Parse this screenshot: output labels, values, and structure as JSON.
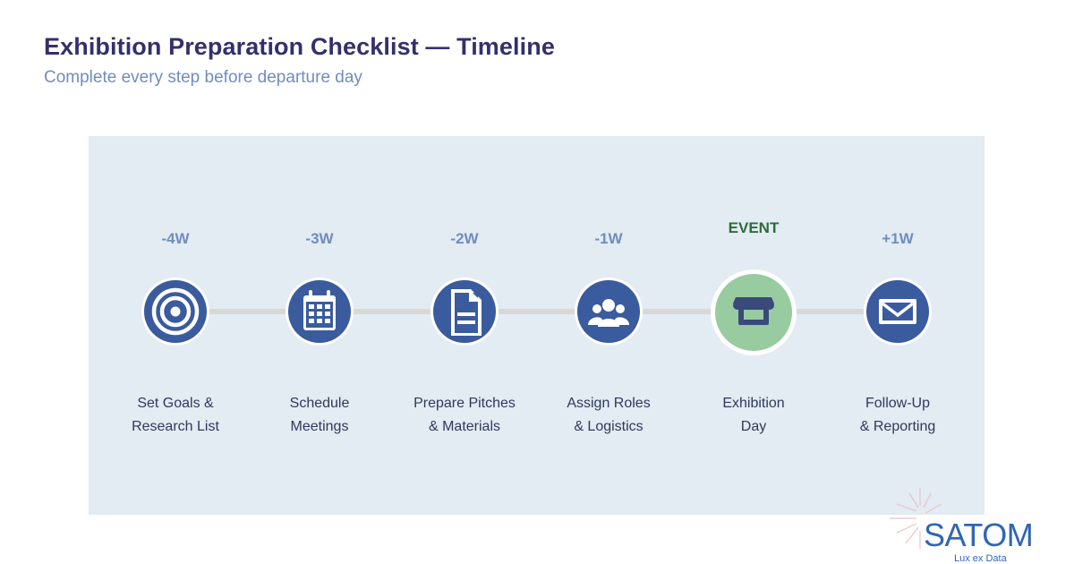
{
  "header": {
    "title": "Exhibition Preparation Checklist — Timeline",
    "subtitle": "Complete every step before departure day"
  },
  "steps": [
    {
      "week": "-4W",
      "line1": "Set Goals &",
      "line2": "Research List",
      "icon": "target-icon",
      "kind": "normal"
    },
    {
      "week": "-3W",
      "line1": "Schedule",
      "line2": "Meetings",
      "icon": "calendar-icon",
      "kind": "normal"
    },
    {
      "week": "-2W",
      "line1": "Prepare Pitches",
      "line2": "& Materials",
      "icon": "document-icon",
      "kind": "normal"
    },
    {
      "week": "-1W",
      "line1": "Assign Roles",
      "line2": "& Logistics",
      "icon": "team-icon",
      "kind": "normal"
    },
    {
      "week": "EVENT",
      "line1": "Exhibition",
      "line2": "Day",
      "icon": "storefront-icon",
      "kind": "event"
    },
    {
      "week": "+1W",
      "line1": "Follow-Up",
      "line2": "& Reporting",
      "icon": "envelope-icon",
      "kind": "normal"
    }
  ],
  "colors": {
    "accent": "#34306b",
    "icon_fill": "#3a5b9e",
    "week_text": "#6f8dbf",
    "event_fill": "#98cba0",
    "event_text": "#2e6b3a",
    "panel": "#e3ebf3",
    "connector": "#d8d8d6"
  },
  "logo": {
    "name": "SATOM",
    "tagline": "Lux ex Data"
  }
}
